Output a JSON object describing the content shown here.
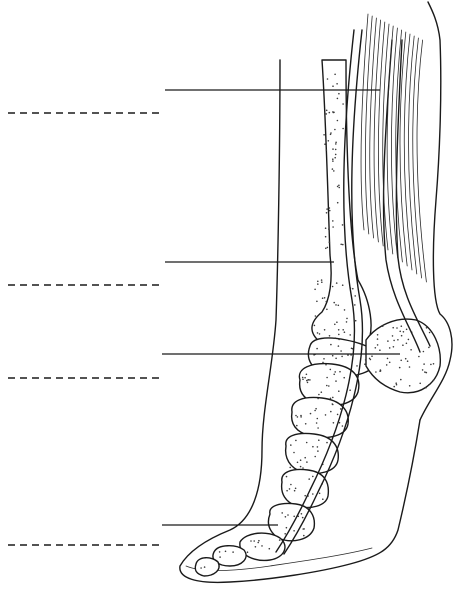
{
  "figure": {
    "kind": "foot-anatomy-worksheet",
    "colors": {
      "ink": "#1a1a1a",
      "paper": "#ffffff",
      "stipple": "#3a3a3a"
    }
  },
  "labels": [
    {
      "id": "label-1",
      "text": ""
    },
    {
      "id": "label-2",
      "text": ""
    },
    {
      "id": "label-3",
      "text": ""
    },
    {
      "id": "label-4",
      "text": ""
    }
  ]
}
